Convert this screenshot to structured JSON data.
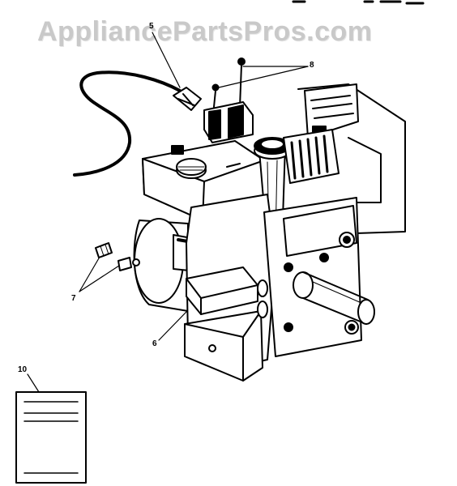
{
  "watermark": "AppliancePartsPros.com",
  "callouts": {
    "c5": "5",
    "c6": "6",
    "c7": "7",
    "c8": "8",
    "c10": "10"
  },
  "colors": {
    "ink": "#000000",
    "paper": "#ffffff",
    "watermark": "#c9c9c9"
  }
}
